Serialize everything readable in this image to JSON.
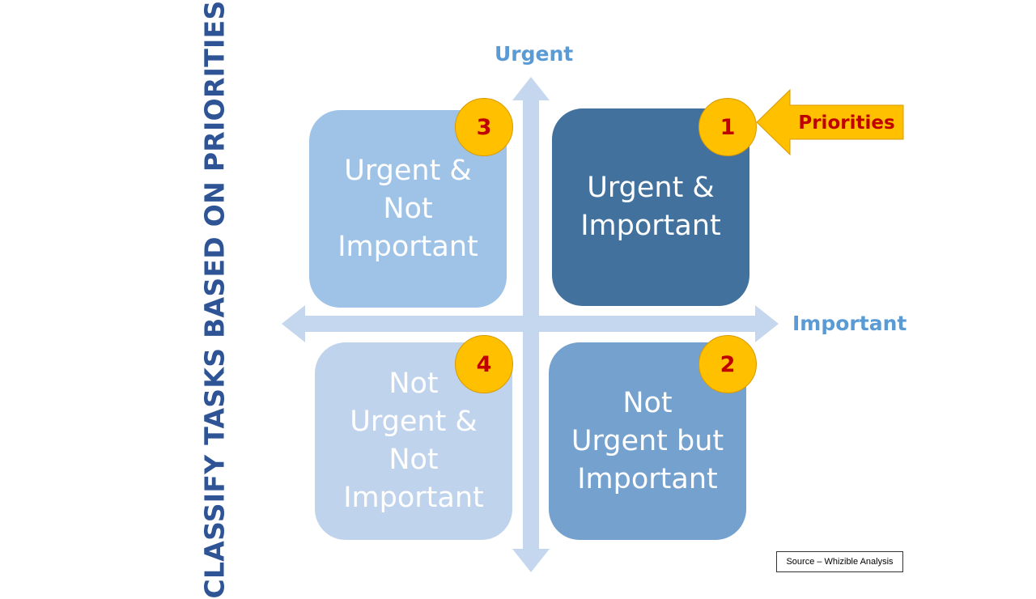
{
  "title": "CLASSIFY TASKS BASED ON PRIORITIES",
  "axes": {
    "vertical_label": "Urgent",
    "horizontal_label": "Important"
  },
  "quadrants": [
    {
      "number": "1",
      "text": "Urgent &\nImportant",
      "color": "#41719c"
    },
    {
      "number": "2",
      "text": "Not\nUrgent but\nImportant",
      "color": "#75a1ce"
    },
    {
      "number": "3",
      "text": "Urgent &\nNot\nImportant",
      "color": "#9fc3e7"
    },
    {
      "number": "4",
      "text": "Not\nUrgent &\nNot\nImportant",
      "color": "#bfd3ec"
    }
  ],
  "callout": {
    "label": "Priorities",
    "fill": "#ffc000",
    "text_color": "#c00000"
  },
  "source": "Source – Whizible Analysis",
  "colors": {
    "title": "#2e5496",
    "axis": "#c5d7ee",
    "axis_label": "#5b9bd5",
    "badge": "#ffc000",
    "badge_text": "#c00000"
  }
}
